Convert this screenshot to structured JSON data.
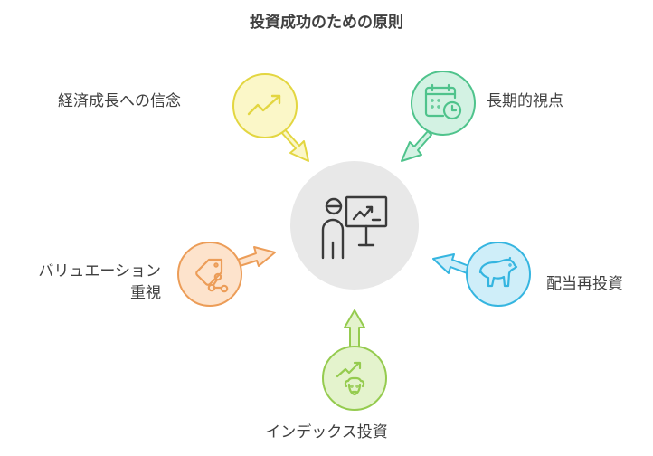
{
  "title": "投資成功のための原則",
  "center": {
    "icon": "presenter-chart-icon"
  },
  "principles": [
    {
      "id": "belief",
      "label": "経済成長への信念",
      "icon": "trend-up-icon",
      "fill": "#fbf7c8",
      "stroke": "#e3d641"
    },
    {
      "id": "longterm",
      "label": "長期的視点",
      "icon": "calendar-clock-icon",
      "fill": "#d3f2e3",
      "stroke": "#4fc38c"
    },
    {
      "id": "value",
      "label": "バリュエーション\n重視",
      "line1": "バリュエーション",
      "line2": "重視",
      "icon": "price-tag-icon",
      "fill": "#fde3cc",
      "stroke": "#ec9d58"
    },
    {
      "id": "reinvest",
      "label": "配当再投資",
      "icon": "bear-icon",
      "fill": "#cfeef9",
      "stroke": "#35b5e0"
    },
    {
      "id": "index",
      "label": "インデックス投資",
      "icon": "bull-trend-icon",
      "fill": "#e4f3cd",
      "stroke": "#95cb4f"
    }
  ],
  "colors": {
    "center_fill": "#e8e8e8",
    "text": "#404040"
  }
}
